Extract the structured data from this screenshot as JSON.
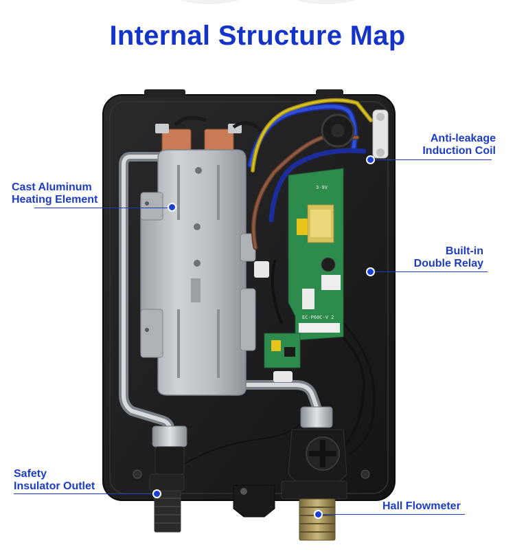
{
  "title": "Internal Structure Map",
  "labels": {
    "anti_leakage": [
      "Anti-leakage",
      "Induction Coil"
    ],
    "cast_aluminum": [
      "Cast Aluminum",
      "Heating Element"
    ],
    "double_relay": [
      "Built-in",
      "Double Relay"
    ],
    "safety_outlet": [
      "Safety",
      "Insulator Outlet"
    ],
    "hall_flowmeter": [
      "Hall Flowmeter"
    ]
  },
  "pcb": {
    "marking_1": "EC-P60C-V 2",
    "marking_2": "3-9V"
  },
  "colors": {
    "title": "#1433c8",
    "label": "#1c3cc4",
    "marker_dot": "#1b3fd6",
    "casing": "#1d1d1f",
    "heater": "#b7bbc0",
    "pcb": "#2e8b4e"
  }
}
